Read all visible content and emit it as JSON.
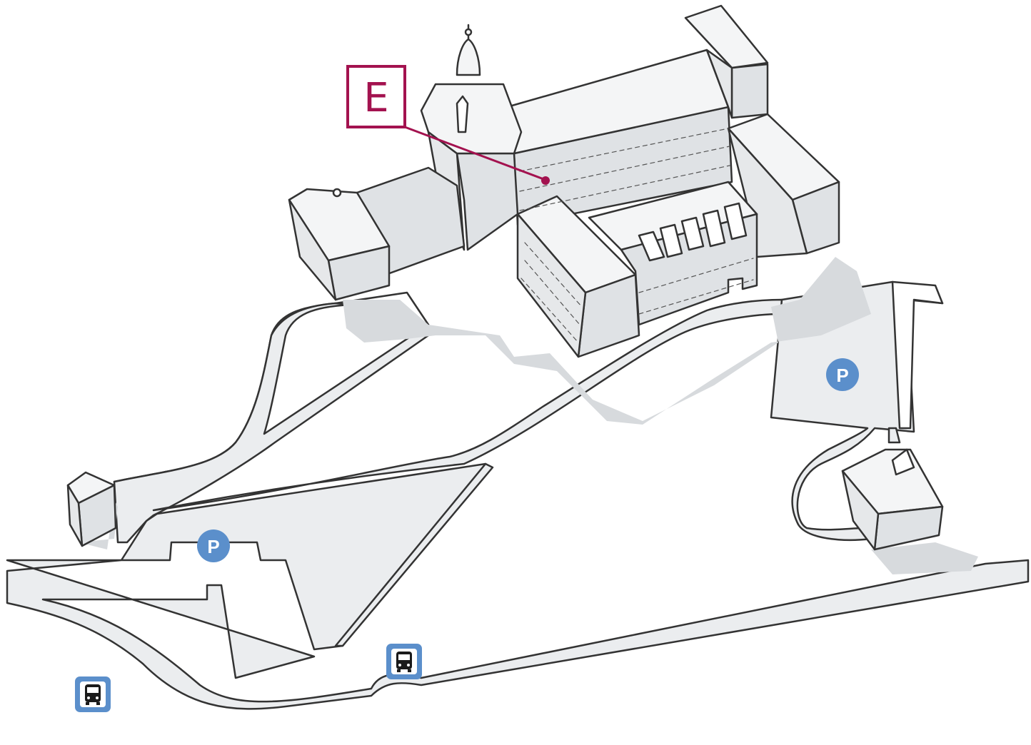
{
  "map": {
    "entrance": {
      "label": "E",
      "color": "#a3124f"
    },
    "parking": [
      {
        "label": "P",
        "icon": "parking-icon",
        "color": "#5b8fcb"
      },
      {
        "label": "P",
        "icon": "parking-icon",
        "color": "#5b8fcb"
      }
    ],
    "bus_stops": [
      {
        "icon": "bus-icon",
        "color": "#5b8fcb"
      },
      {
        "icon": "bus-icon",
        "color": "#5b8fcb"
      }
    ],
    "colors": {
      "ground": "#e9ebed",
      "shadow": "#d7dadd",
      "wall_light": "#f4f5f6",
      "wall_dark": "#dfe2e5",
      "ink": "#333333"
    }
  }
}
